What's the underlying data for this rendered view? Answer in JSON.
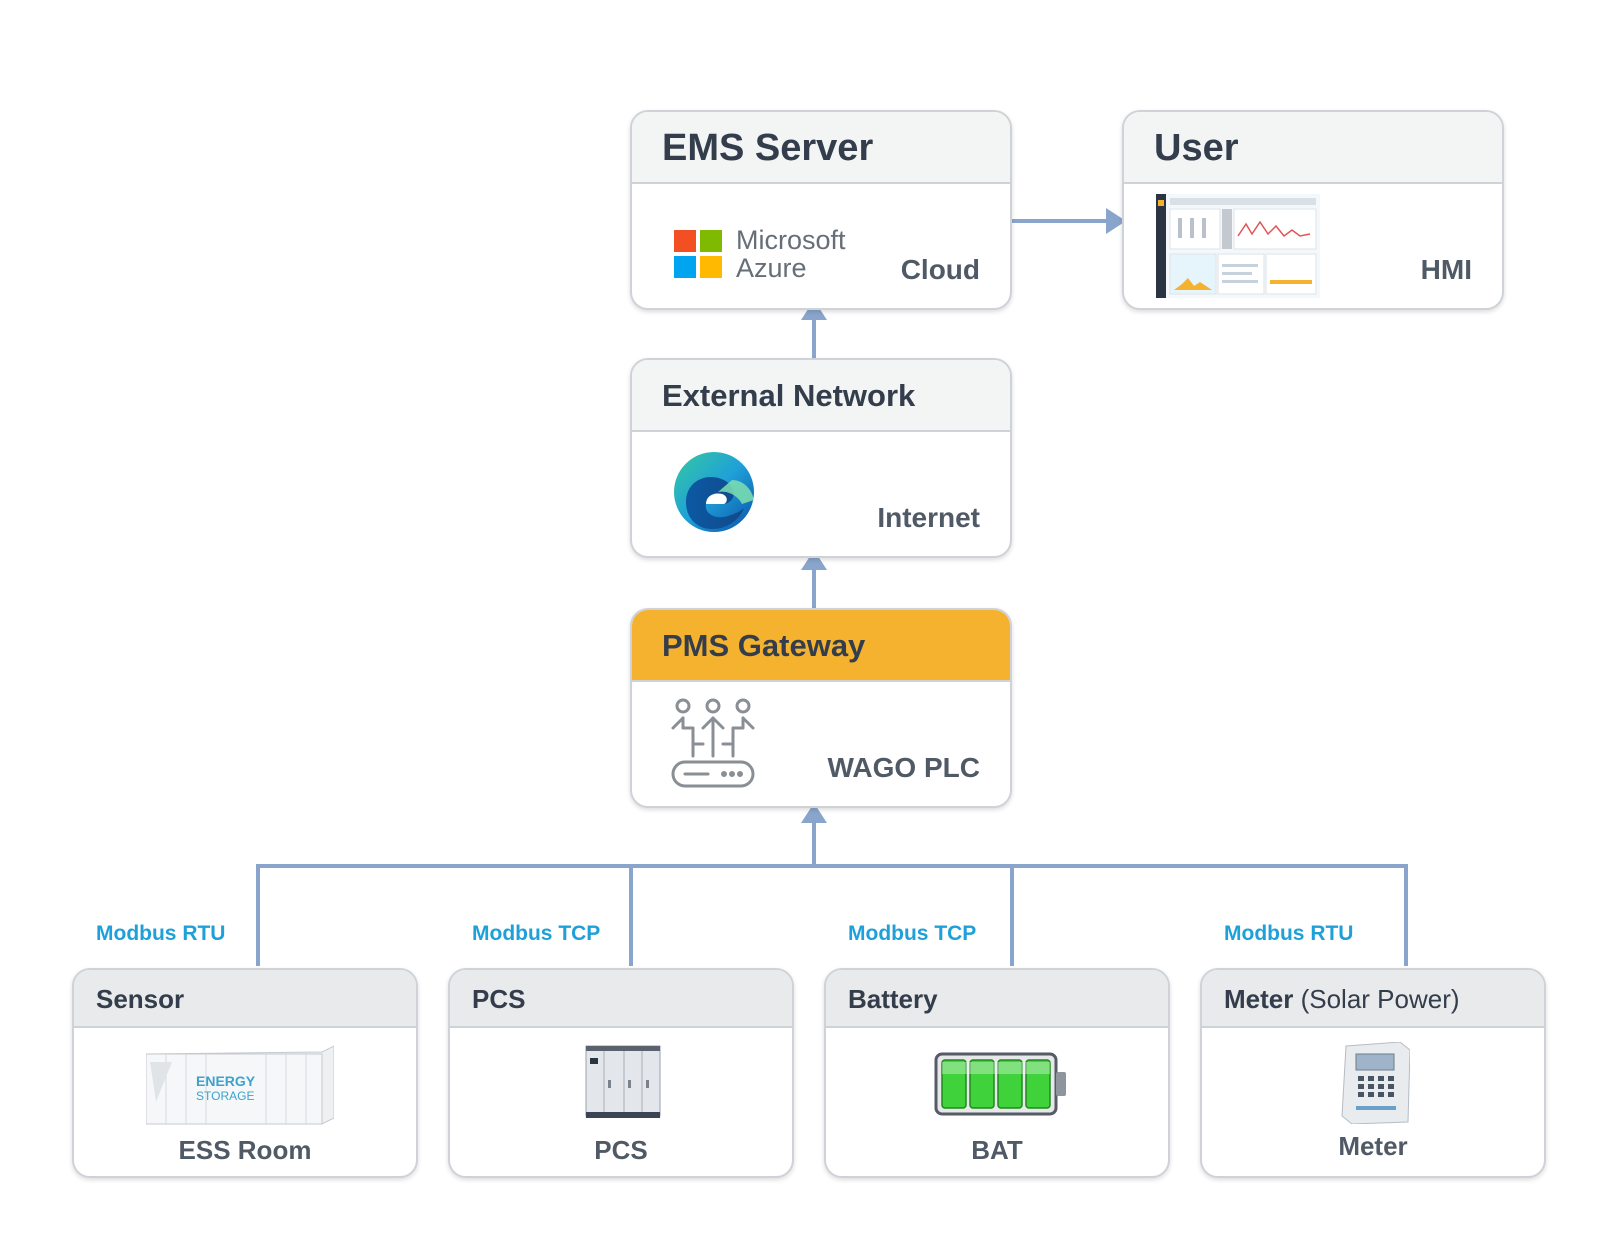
{
  "ems_server": {
    "title": "EMS Server",
    "logo_line1": "Microsoft",
    "logo_line2": "Azure",
    "label": "Cloud",
    "icon": "microsoft-azure-logo-icon"
  },
  "user": {
    "title": "User",
    "label": "HMI",
    "icon": "hmi-dashboard-thumbnail"
  },
  "external_network": {
    "title": "External Network",
    "label": "Internet",
    "icon": "edge-browser-icon"
  },
  "pms_gateway": {
    "title": "PMS Gateway",
    "label": "WAGO PLC",
    "icon": "gateway-router-icon",
    "header_color": "#f4b22e"
  },
  "devices": [
    {
      "title": "Sensor",
      "subtitle": "",
      "label": "ESS Room",
      "protocol": "Modbus RTU",
      "icon": "energy-storage-container-image",
      "container_text_1": "ENERGY",
      "container_text_2": "STORAGE"
    },
    {
      "title": "PCS",
      "subtitle": "",
      "label": "PCS",
      "protocol": "Modbus TCP",
      "icon": "pcs-cabinet-image"
    },
    {
      "title": "Battery",
      "subtitle": "",
      "label": "BAT",
      "protocol": "Modbus TCP",
      "icon": "battery-icon"
    },
    {
      "title": "Meter",
      "subtitle": "(Solar Power)",
      "label": "Meter",
      "protocol": "Modbus RTU",
      "icon": "meter-device-image"
    }
  ],
  "colors": {
    "connector": "#8aa5cc",
    "protocol_text": "#1fa0d8",
    "gateway_header": "#f4b22e"
  }
}
